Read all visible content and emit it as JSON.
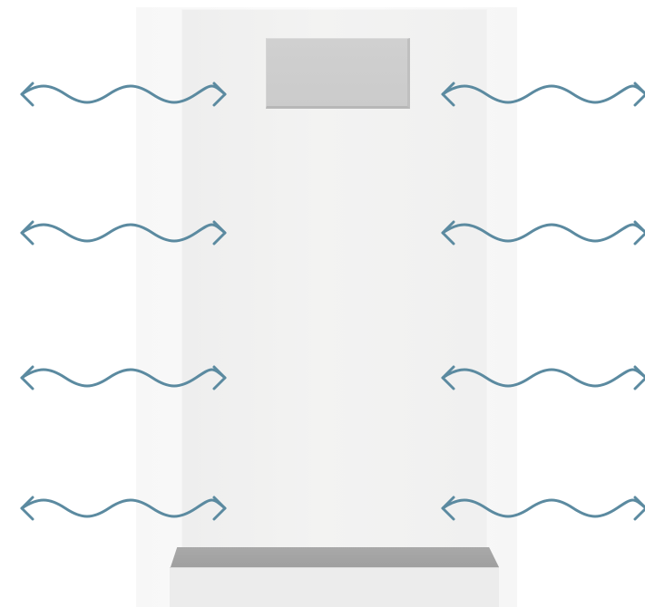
{
  "scene": {
    "description_visible_text": [],
    "colors": {
      "arrow": "#5b8aa0",
      "tower": "#f0f0f0",
      "display": "#cccccc",
      "base_top": "#a5a5a5",
      "base_front": "#ececec",
      "background": "#ffffff"
    },
    "elements": {
      "unit": "tower-unit",
      "display": "display-panel",
      "base": "base-plinth"
    },
    "arrow_icon": "double-headed-wavy-arrow",
    "arrow_rows": 4,
    "arrow_columns": 2
  }
}
